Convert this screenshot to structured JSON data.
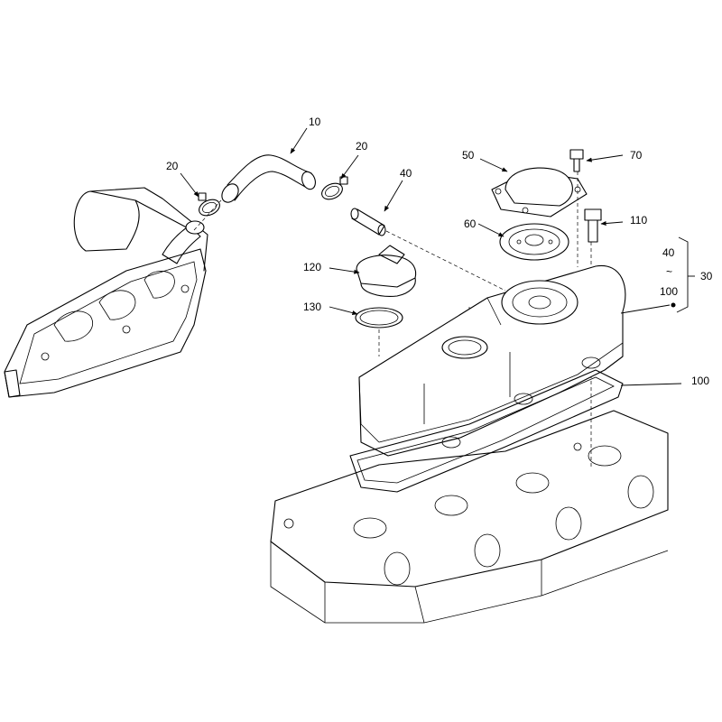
{
  "callouts": {
    "c10": "10",
    "c20a": "20",
    "c20b": "20",
    "c40": "40",
    "c50": "50",
    "c60": "60",
    "c70": "70",
    "c110": "110",
    "c120": "120",
    "c130": "130",
    "c100": "100"
  },
  "bracket": {
    "top": "40",
    "tilde": "~",
    "bottom": "100",
    "total": "30"
  },
  "icons": {
    "arrow": "arrow-head-icon"
  }
}
